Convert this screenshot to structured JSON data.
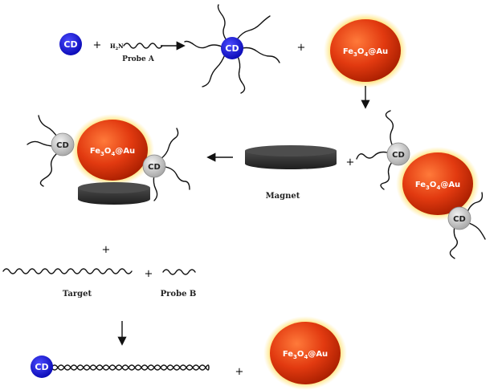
{
  "colors": {
    "cd_blue": "#1a1ad6",
    "cd_gray": "#c8c8c8",
    "nano_red": "#e23a10",
    "nano_glow": "#ffd84a",
    "magnet": "#2e2e2e"
  },
  "labels": {
    "cd": "CD",
    "nh2": "H",
    "nh2_sub": "2",
    "nh2_n": "N",
    "probe_a": "Probe A",
    "probe_b": "Probe B",
    "magnet": "Magnet",
    "target": "Target",
    "plus": "+",
    "nano_fe": "Fe",
    "nano_3": "3",
    "nano_o": "O",
    "nano_4": "4",
    "nano_au": "@Au"
  },
  "icons": {
    "arrow": "arrow-icon",
    "magnet": "magnet-disc-icon",
    "nanoparticle": "fe3o4-au-nanoparticle-icon",
    "carbon_dot": "carbon-dot-icon"
  }
}
